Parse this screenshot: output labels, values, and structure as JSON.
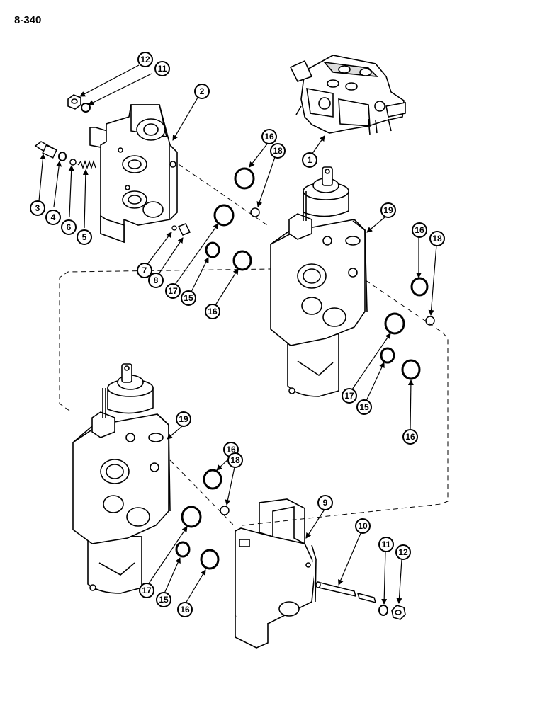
{
  "page": {
    "title": "8-340"
  },
  "callouts": [
    {
      "id": "c12a",
      "label": "12"
    },
    {
      "id": "c11a",
      "label": "11"
    },
    {
      "id": "c2",
      "label": "2"
    },
    {
      "id": "c3",
      "label": "3"
    },
    {
      "id": "c4",
      "label": "4"
    },
    {
      "id": "c6",
      "label": "6"
    },
    {
      "id": "c5",
      "label": "5"
    },
    {
      "id": "c1",
      "label": "1"
    },
    {
      "id": "c16a",
      "label": "16"
    },
    {
      "id": "c18a",
      "label": "18"
    },
    {
      "id": "c19a",
      "label": "19"
    },
    {
      "id": "c16b",
      "label": "16"
    },
    {
      "id": "c18b",
      "label": "18"
    },
    {
      "id": "c7",
      "label": "7"
    },
    {
      "id": "c8",
      "label": "8"
    },
    {
      "id": "c17a",
      "label": "17"
    },
    {
      "id": "c15a",
      "label": "15"
    },
    {
      "id": "c16c",
      "label": "16"
    },
    {
      "id": "c17b",
      "label": "17"
    },
    {
      "id": "c15b",
      "label": "15"
    },
    {
      "id": "c16d",
      "label": "16"
    },
    {
      "id": "c19b",
      "label": "19"
    },
    {
      "id": "c16e",
      "label": "16"
    },
    {
      "id": "c18c",
      "label": "18"
    },
    {
      "id": "c9",
      "label": "9"
    },
    {
      "id": "c10",
      "label": "10"
    },
    {
      "id": "c11b",
      "label": "11"
    },
    {
      "id": "c12b",
      "label": "12"
    },
    {
      "id": "c17c",
      "label": "17"
    },
    {
      "id": "c15c",
      "label": "15"
    },
    {
      "id": "c16f",
      "label": "16"
    }
  ]
}
